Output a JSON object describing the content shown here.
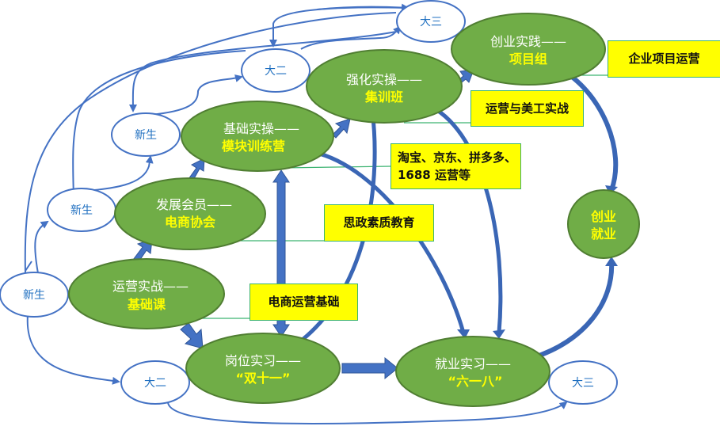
{
  "colors": {
    "node_fill": "#70ad47",
    "node_stroke": "#507e32",
    "year_stroke": "#4472c4",
    "arrow": "#4472c4",
    "note_fill": "#ffff00",
    "note_border": "#3cb371",
    "title_text": "#ffffff",
    "sub_text": "#ffff00"
  },
  "stages": {
    "basic_course": {
      "title": "运营实战——",
      "sub": "基础课"
    },
    "association": {
      "title": "发展会员——",
      "sub": "电商协会"
    },
    "module_camp": {
      "title": "基础实操——",
      "sub": "模块训练营"
    },
    "training_class": {
      "title": "强化实操——",
      "sub": "集训班"
    },
    "project_group": {
      "title": "创业实践——",
      "sub": "项目组"
    },
    "startup_employ": {
      "line1": "创业",
      "line2": "就业"
    },
    "post_intern": {
      "title": "岗位实习——",
      "sub": "“双十一”"
    },
    "employ_intern": {
      "title": "就业实习——",
      "sub": "“六一八”"
    }
  },
  "years": {
    "freshman_bottom": "新生",
    "freshman_mid": "新生",
    "freshman_top": "新生",
    "sophomore_top": "大二",
    "sophomore_bottom": "大二",
    "junior_top": "大三",
    "junior_bottom": "大三"
  },
  "notes": {
    "enterprise": "企业项目运营",
    "ops_design": "运营与美工实战",
    "platforms_line1": "淘宝、京东、拼多多、",
    "platforms_line2": "1688 运营等",
    "ideology": "思政素质教育",
    "ecommerce_basics": "电商运营基础"
  }
}
